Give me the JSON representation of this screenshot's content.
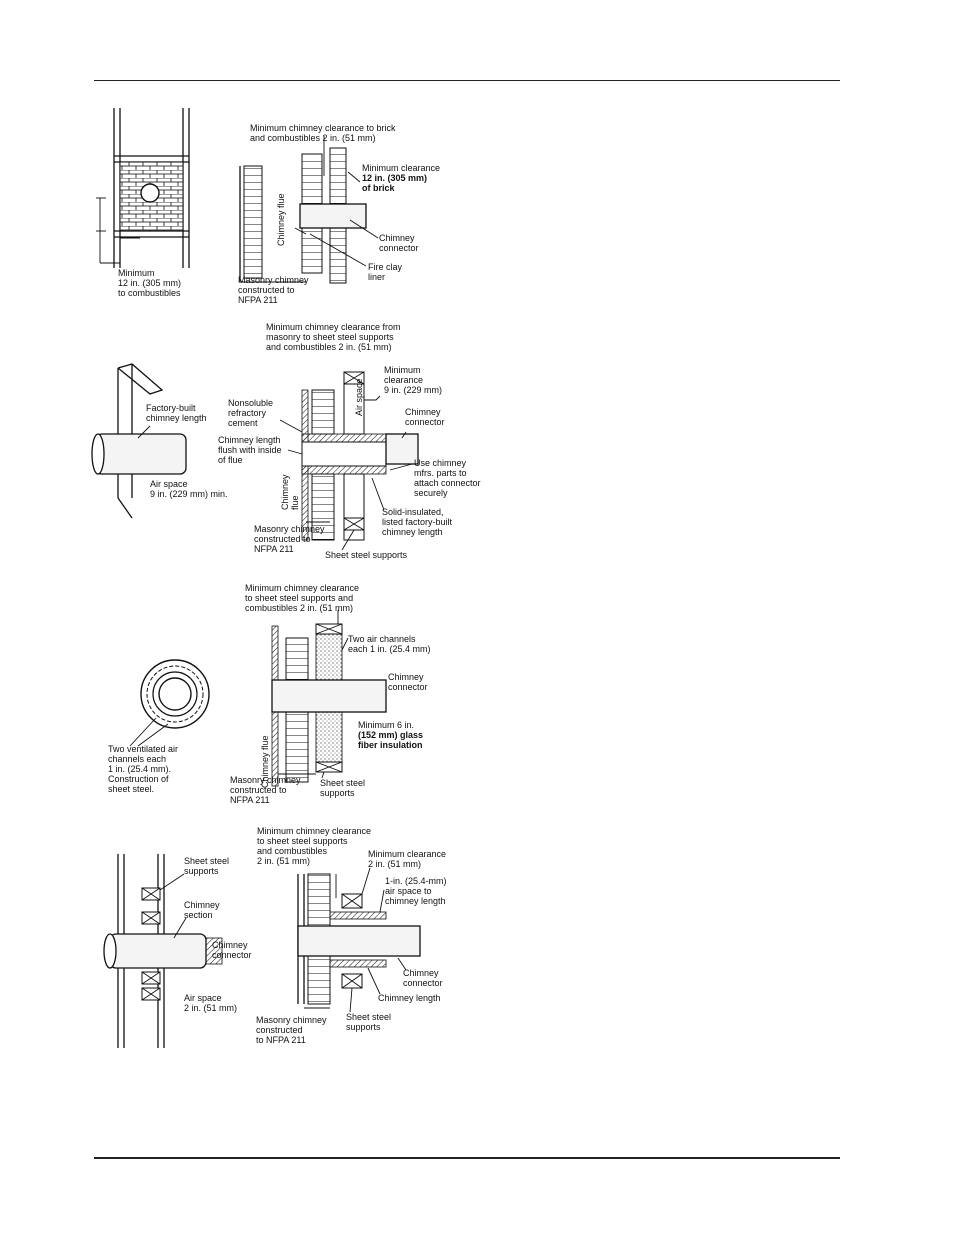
{
  "panels": [
    {
      "id": "panel-1",
      "labels": {
        "min_12": [
          "Minimum",
          "12 in. (305 mm)",
          "to combustibles"
        ],
        "top_clearance": [
          "Minimum chimney clearance to brick",
          "and combustibles 2 in. (51 mm)"
        ],
        "min_clearance_brick": [
          "Minimum clearance",
          "12 in. (305 mm)",
          "of brick"
        ],
        "flue": "Chimney flue",
        "connector": [
          "Chimney",
          "connector"
        ],
        "liner": [
          "Fire clay",
          "liner"
        ],
        "masonry": [
          "Masonry chimney",
          "constructed to",
          "NFPA 211"
        ]
      }
    },
    {
      "id": "panel-2",
      "labels": {
        "top_clearance": [
          "Minimum chimney clearance from",
          "masonry to sheet steel supports",
          "and combustibles 2 in. (51 mm)"
        ],
        "factory_built": [
          "Factory-built",
          "chimney length"
        ],
        "air_space": [
          "Air space",
          "9 in. (229 mm) min."
        ],
        "cement": [
          "Nonsoluble",
          "refractory",
          "cement"
        ],
        "flush": [
          "Chimney length",
          "flush with inside",
          "of flue"
        ],
        "air_space_vertical": "Air space",
        "min_clearance": [
          "Minimum",
          "clearance",
          "9 in. (229 mm)"
        ],
        "connector": [
          "Chimney",
          "connector"
        ],
        "use_parts": [
          "Use chimney",
          "mfrs. parts to",
          "attach connector",
          "securely"
        ],
        "flue": [
          "Chimney",
          "flue"
        ],
        "solid_insulated": [
          "Solid-insulated,",
          "listed factory-built",
          "chimney length"
        ],
        "masonry": [
          "Masonry chimney",
          "constructed to",
          "NFPA 211"
        ],
        "supports": "Sheet steel supports"
      }
    },
    {
      "id": "panel-3",
      "labels": {
        "top_clearance": [
          "Minimum chimney clearance",
          "to sheet steel supports and",
          "combustibles 2 in. (51 mm)"
        ],
        "two_channels": [
          "Two air channels",
          "each 1 in. (25.4 mm)"
        ],
        "connector": [
          "Chimney",
          "connector"
        ],
        "insulation": [
          "Minimum 6 in.",
          "(152 mm) glass",
          "fiber insulation"
        ],
        "flue": "Chimney flue",
        "ventilated": [
          "Two ventilated air",
          "channels each",
          "1 in. (25.4 mm).",
          "Construction of",
          "sheet steel."
        ],
        "masonry": [
          "Masonry chimney",
          "constructed to",
          "NFPA 211"
        ],
        "supports": [
          "Sheet steel",
          "supports"
        ]
      }
    },
    {
      "id": "panel-4",
      "labels": {
        "top_clearance": [
          "Minimum chimney clearance",
          "to sheet steel supports",
          "and combustibles",
          "2 in. (51 mm)"
        ],
        "min_clearance": [
          "Minimum clearance",
          "2 in. (51 mm)"
        ],
        "air_space_1in": [
          "1-in. (25.4-mm)",
          "air space to",
          "chimney length"
        ],
        "supports_left": [
          "Sheet steel",
          "supports"
        ],
        "section": [
          "Chimney",
          "section"
        ],
        "connector_left": [
          "Chimney",
          "connector"
        ],
        "air_space": [
          "Air space",
          "2 in. (51 mm)"
        ],
        "connector_right": [
          "Chimney",
          "connector"
        ],
        "length": "Chimney length",
        "masonry": [
          "Masonry chimney",
          "constructed",
          "to NFPA 211"
        ],
        "supports_right": [
          "Sheet steel",
          "supports"
        ]
      }
    }
  ]
}
